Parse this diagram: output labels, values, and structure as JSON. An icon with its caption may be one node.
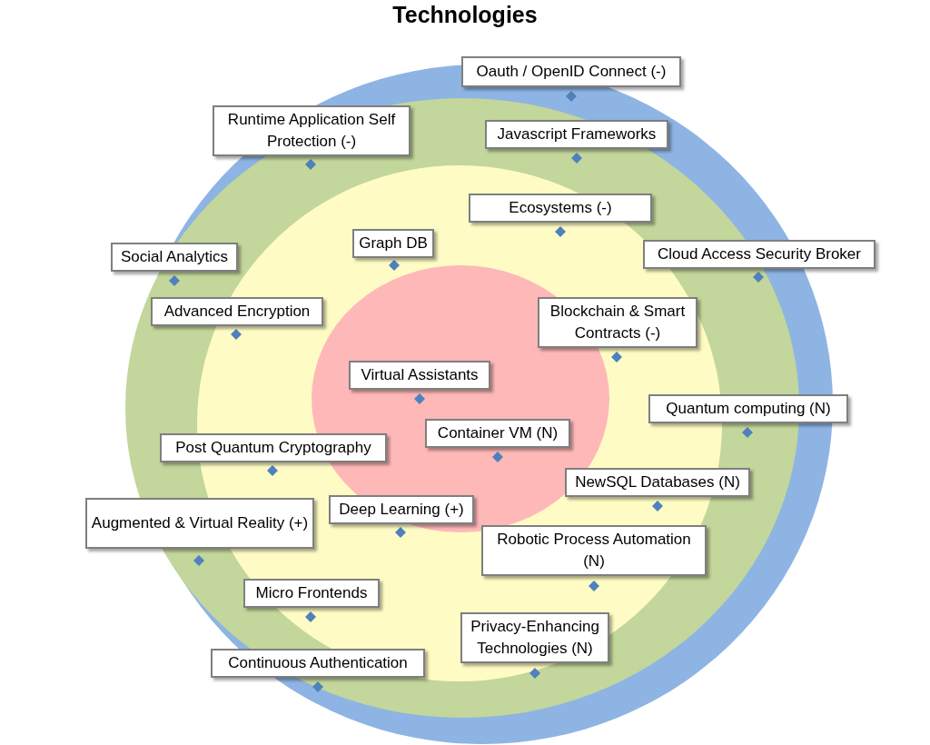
{
  "diagram": {
    "title": "Technologies",
    "nodes": [
      {
        "text": [
          "Oauth / OpenID Connect (-)"
        ]
      },
      {
        "text": [
          "Runtime Application Self Protection (-)"
        ]
      },
      {
        "text": [
          "Javascript Frameworks"
        ]
      },
      {
        "text": [
          "Ecosystems (-)"
        ]
      },
      {
        "text": [
          "Graph DB"
        ]
      },
      {
        "text": [
          "Social Analytics"
        ]
      },
      {
        "text": [
          "Cloud Access Security Broker"
        ]
      },
      {
        "text": [
          "Advanced Encryption"
        ]
      },
      {
        "text": [
          "Blockchain & Smart Contracts (-)"
        ]
      },
      {
        "text": [
          "Virtual Assistants"
        ]
      },
      {
        "text": [
          "Quantum computing (N)"
        ]
      },
      {
        "text": [
          "Container VM (N)"
        ]
      },
      {
        "text": [
          "Post Quantum Cryptography"
        ]
      },
      {
        "text": [
          "NewSQL Databases (N)"
        ]
      },
      {
        "text": [
          "Augmented & Virtual Reality (+)"
        ]
      },
      {
        "text": [
          "Deep Learning (+)"
        ]
      },
      {
        "text": [
          "Robotic Process Automation (N)"
        ]
      },
      {
        "text": [
          "Micro Frontends"
        ]
      },
      {
        "text": [
          "Privacy-Enhancing Technologies (N)"
        ]
      },
      {
        "text": [
          "Continuous Authentication"
        ]
      }
    ]
  }
}
